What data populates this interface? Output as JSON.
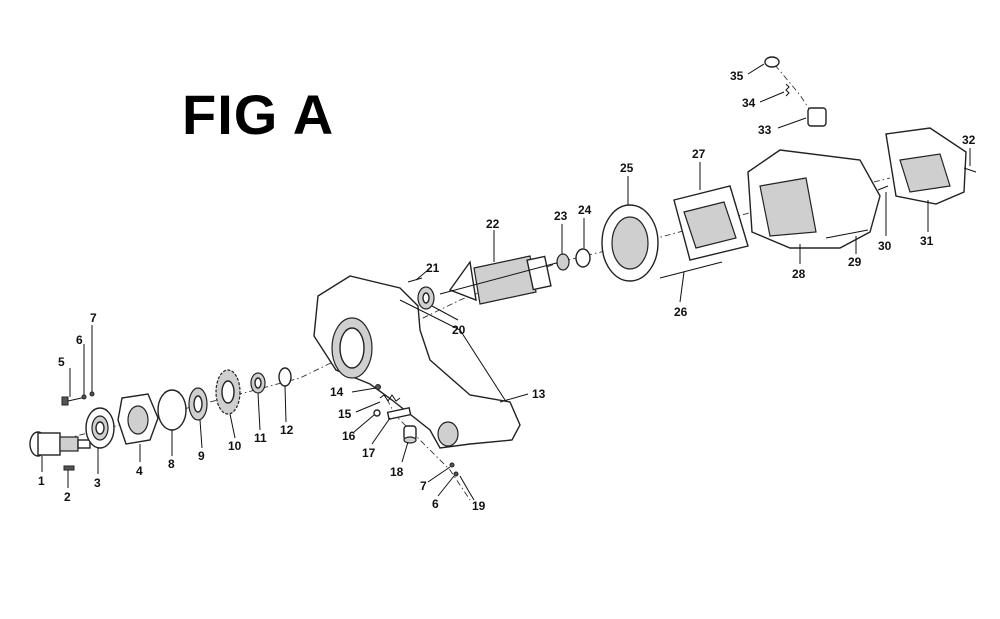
{
  "title": "FIG A",
  "labels": {
    "p1": "1",
    "p2": "2",
    "p3": "3",
    "p4": "4",
    "p5": "5",
    "p6a": "6",
    "p6b": "6",
    "p7a": "7",
    "p7b": "7",
    "p8": "8",
    "p9": "9",
    "p10": "10",
    "p11": "11",
    "p12": "12",
    "p13": "13",
    "p14": "14",
    "p15": "15",
    "p16": "16",
    "p17": "17",
    "p18": "18",
    "p19": "19",
    "p20": "20",
    "p21": "21",
    "p22": "22",
    "p23": "23",
    "p24": "24",
    "p25": "25",
    "p26": "26",
    "p27": "27",
    "p28": "28",
    "p29": "29",
    "p30": "30",
    "p31": "31",
    "p32": "32",
    "p33": "33",
    "p34": "34",
    "p35": "35"
  }
}
